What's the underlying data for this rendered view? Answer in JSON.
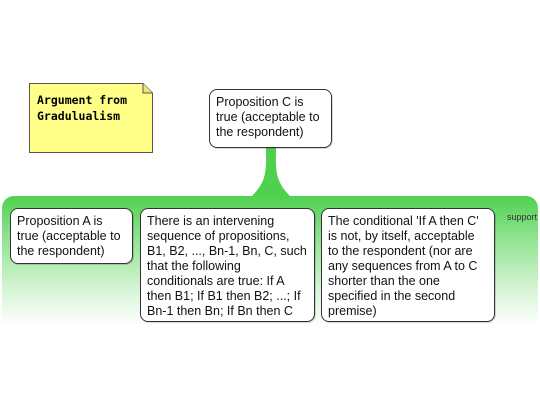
{
  "diagram": {
    "title_note": "Argument from Gradulualism",
    "conclusion": "Proposition C is true (acceptable to the respondent)",
    "relation_label": "support",
    "premises": [
      "Proposition A is true (acceptable to the respondent)",
      "There is an intervening sequence of propositions, B1, B2, ..., Bn-1, Bn, C, such that the following conditionals are true: If A then B1; If B1 then B2; ...; If Bn-1 then Bn; If Bn then C",
      "The conditional 'If A then C' is not, by itself, acceptable to the respondent (nor are any sequences from A to C shorter than the one specified in the second premise)"
    ]
  },
  "colors": {
    "note_fill": "#ffff88",
    "band_green": "#4fd14f",
    "box_border": "#333333"
  }
}
